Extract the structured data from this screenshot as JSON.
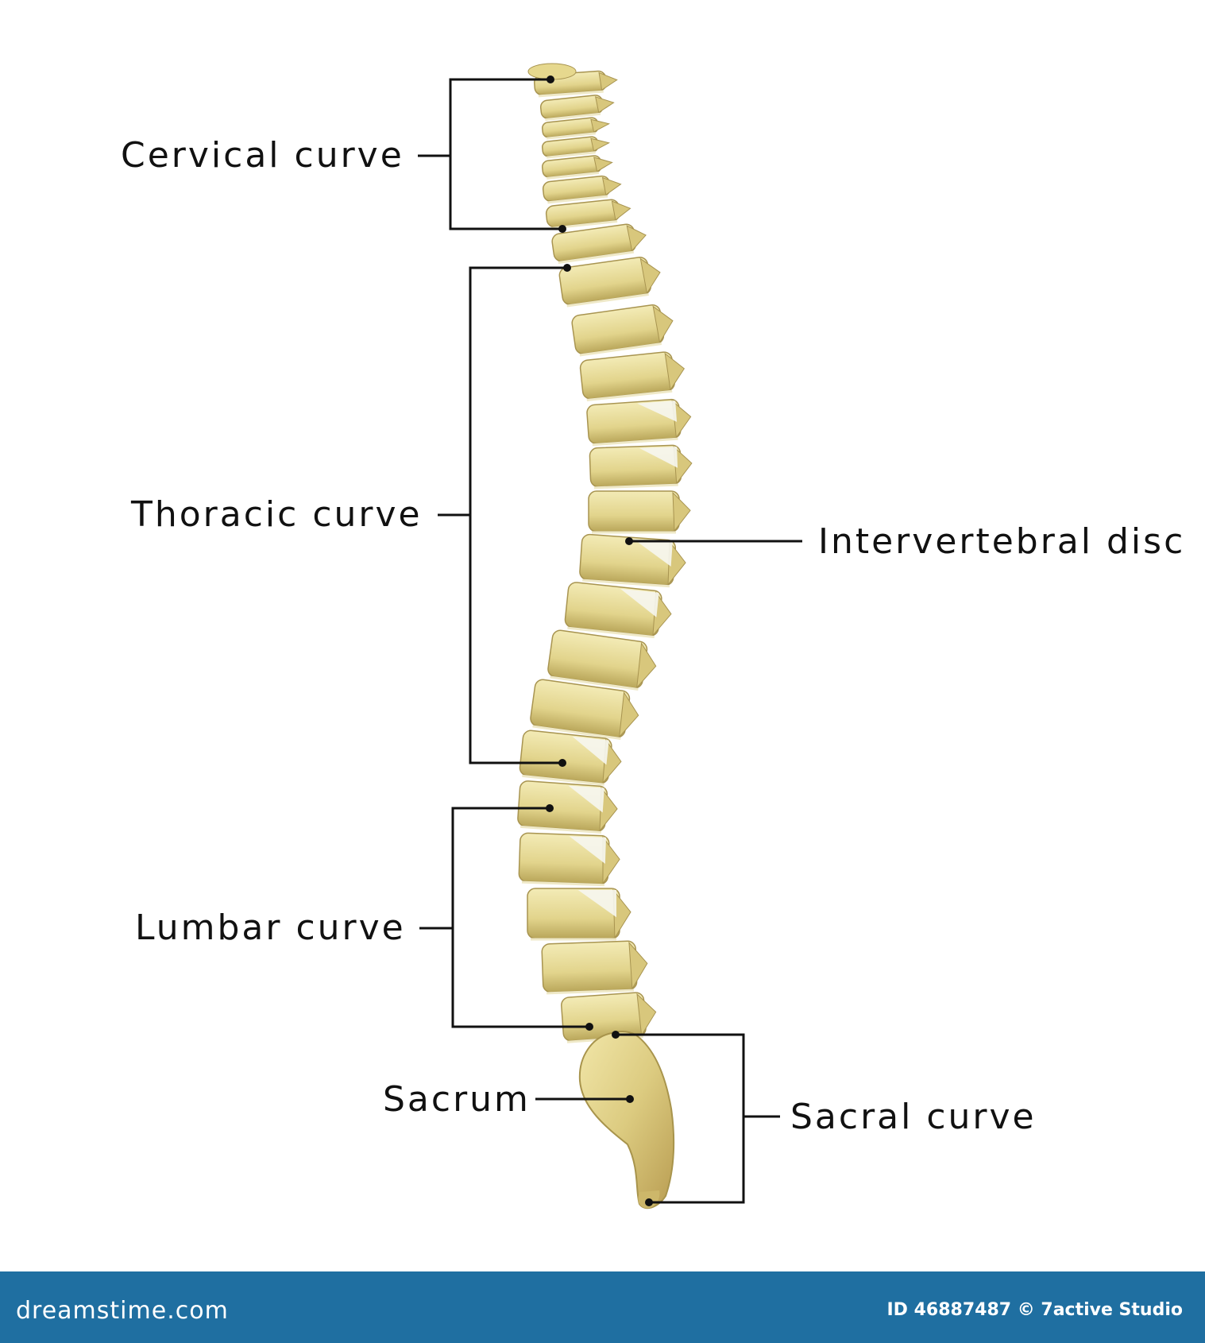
{
  "labels": {
    "cervical_curve": "Cervical curve",
    "thoracic_curve": "Thoracic curve",
    "intervertebral_disc": "Intervertebral disc",
    "lumbar_curve": "Lumbar curve",
    "sacrum": "Sacrum",
    "sacral_curve": "Sacral curve"
  },
  "footer": {
    "site": "dreamstime.com",
    "credit": "ID 46887487 © 7active Studio"
  },
  "colors": {
    "bone": "#e8dc9a",
    "bone_shadow": "#b8a85c",
    "disc": "#f4f4ee",
    "line": "#111111",
    "footer_bg": "#1f6fa1"
  }
}
